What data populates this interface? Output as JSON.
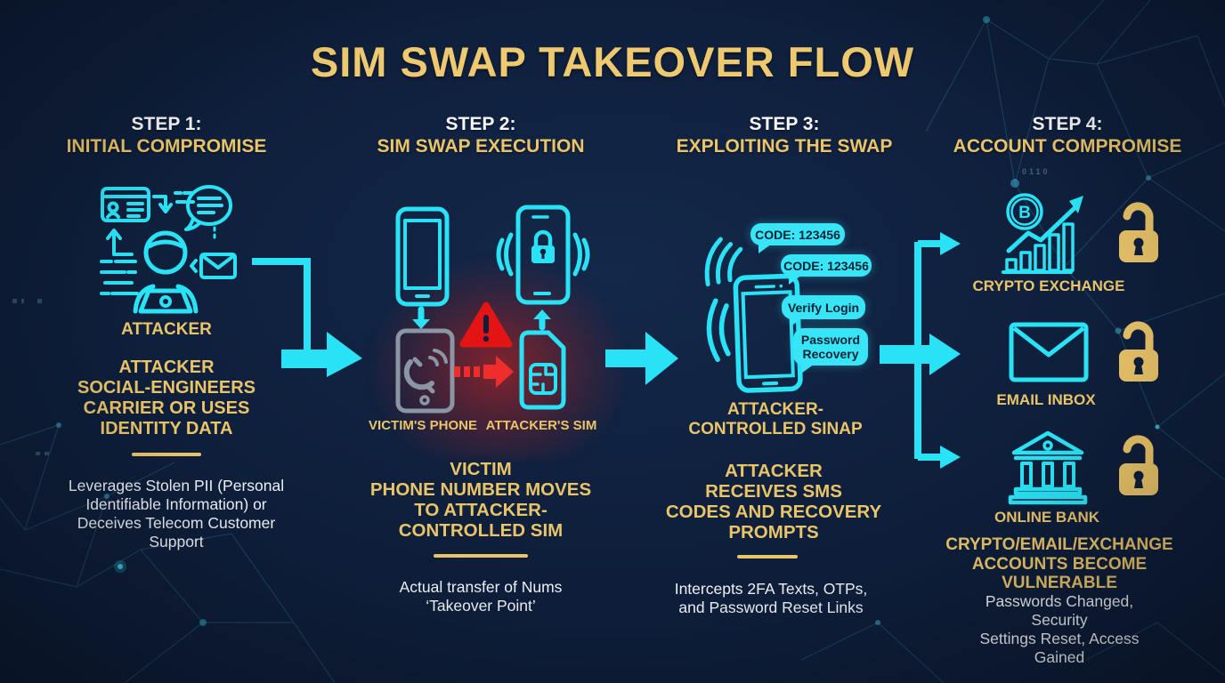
{
  "title": "SIM SWAP TAKEOVER FLOW",
  "colors": {
    "background": "#0e1e3a",
    "cyan": "#2ae2f5",
    "gold": "#e9c469",
    "red": "#e31b1b",
    "white": "#edf1f6"
  },
  "decor": {
    "binary": "0110"
  },
  "steps": [
    {
      "label": "STEP 1:",
      "name": "INITIAL COMPROMISE",
      "icon": "attacker-social-engineering-icon",
      "caption": "ATTACKER",
      "heading": [
        "ATTACKER",
        "SOCIAL-ENGINEERS",
        "CARRIER OR USES",
        "IDENTITY DATA"
      ],
      "description": [
        "Leverages Stolen PII (Personal",
        "Identifiable Information) or",
        "Deceives Telecom Customer",
        "Support"
      ]
    },
    {
      "label": "STEP 2:",
      "name": "SIM SWAP EXECUTION",
      "icon": "sim-swap-transfer-icon",
      "captions": {
        "left": "VICTIM'S PHONE",
        "right": "ATTACKER'S SIM"
      },
      "heading": [
        "VICTIM",
        "PHONE NUMBER MOVES",
        "TO ATTACKER-",
        "CONTROLLED SIM"
      ],
      "description": [
        "Actual transfer of Nums",
        "‘Takeover Point’"
      ]
    },
    {
      "label": "STEP 3:",
      "name": "EXPLOITING THE SWAP",
      "icon": "attacker-phone-sms-icon",
      "bubbles": [
        "CODE: 123456",
        "CODE: 123456",
        "Verify Login",
        [
          "Password",
          "Recovery"
        ]
      ],
      "caption": [
        "ATTACKER-",
        "CONTROLLED SINAP"
      ],
      "heading": [
        "ATTACKER",
        "RECEIVES SMS",
        "CODES AND RECOVERY",
        "PROMPTS"
      ],
      "description": [
        "Intercepts 2FA Texts, OTPs,",
        "and Password Reset Links"
      ]
    },
    {
      "label": "STEP 4:",
      "name": "ACCOUNT COMPROMISE",
      "targets": [
        {
          "label": "CRYPTO EXCHANGE",
          "icon": "bitcoin-chart-icon"
        },
        {
          "label": "EMAIL INBOX",
          "icon": "envelope-icon"
        },
        {
          "label": "ONLINE BANK",
          "icon": "bank-icon"
        }
      ],
      "heading": [
        "CRYPTO/EMAIL/EXCHANGE",
        "ACCOUNTS BECOME",
        "VULNERABLE"
      ],
      "description": [
        "Passwords Changed, Security",
        "Settings Reset, Access Gained"
      ]
    }
  ]
}
